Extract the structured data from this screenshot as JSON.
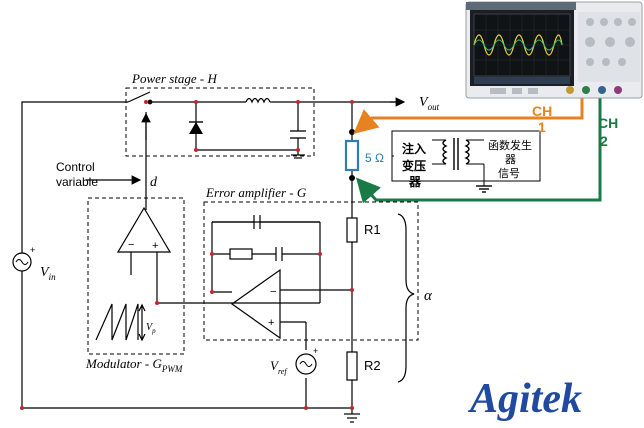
{
  "labels": {
    "power_stage": "Power stage - H",
    "vout": "V",
    "vout_sub": "out",
    "control_variable_line1": "Control",
    "control_variable_line2": "variable",
    "duty": "d",
    "error_amplifier": "Error amplifier - G",
    "vin": "V",
    "vin_sub": "in",
    "modulator": "Modulator - G",
    "modulator_sub": "PWM",
    "vp": "V",
    "vp_sub": "p",
    "vref": "V",
    "vref_sub": "ref",
    "r1": "R1",
    "r2": "R2",
    "alpha": "α",
    "resistor_5ohm": "5 Ω",
    "transformer_line1": "注入",
    "transformer_line2": "变压",
    "transformer_line3": "器",
    "fg_line1": "函数发生",
    "fg_line2": "器",
    "fg_line3": "信号",
    "ch1_line1": "CH",
    "ch1_line2": "1",
    "ch2_line1": "CH",
    "ch2_line2": "2",
    "brand": "Agitek"
  },
  "colors": {
    "ch1": "#e8821f",
    "ch2": "#1a7a45",
    "brand": "#1f4aa0",
    "node": "#c0282d",
    "resistor_5ohm": "#2a7fb8"
  }
}
